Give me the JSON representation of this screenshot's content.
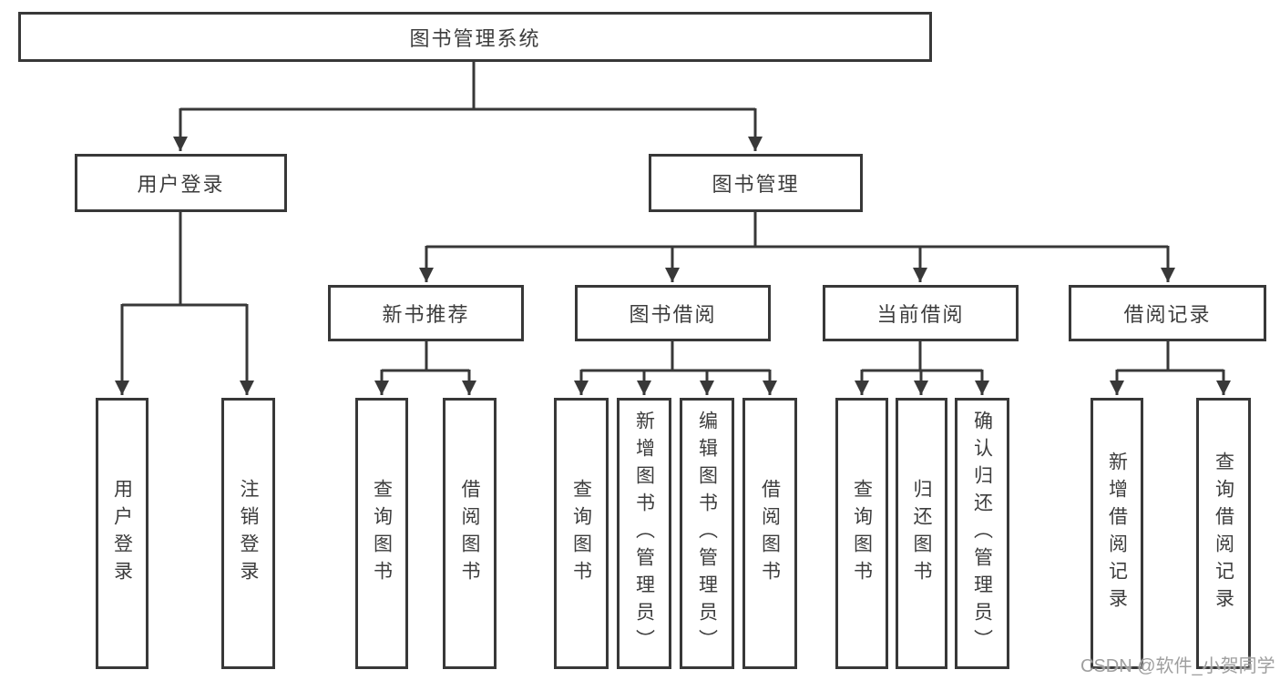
{
  "title": "图书管理系统",
  "level2": {
    "user_login": "用户登录",
    "book_mgmt": "图书管理"
  },
  "level3": {
    "new_book": "新书推荐",
    "book_borrow": "图书借阅",
    "current_borrow": "当前借阅",
    "borrow_records": "借阅记录"
  },
  "leaves": {
    "user_login": [
      "用户登录",
      "注销登录"
    ],
    "new_book": [
      "查询图书",
      "借阅图书"
    ],
    "book_borrow": [
      "查询图书",
      "新增图书（管理员）",
      "编辑图书（管理员）",
      "借阅图书"
    ],
    "current_borrow": [
      "查询图书",
      "归还图书",
      "确认归还（管理员）"
    ],
    "borrow_records": [
      "新增借阅记录",
      "查询借阅记录"
    ]
  },
  "watermark": "CSDN @软件_小贺同学",
  "colors": {
    "line": "#383838",
    "text": "#3d3d3d",
    "watermark": "#9f9f9f",
    "background": "#ffffff"
  }
}
